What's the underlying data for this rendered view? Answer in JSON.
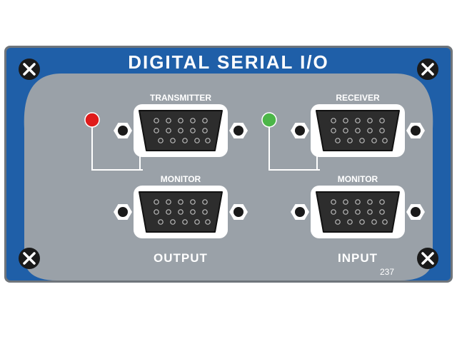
{
  "panel": {
    "title": "DIGITAL SERIAL I/O",
    "part_number": "237",
    "colors": {
      "frame": "#1f5fa8",
      "face": "#9aa1a8",
      "border": "#6f757b"
    }
  },
  "output": {
    "group_label": "OUTPUT",
    "led_color": "#e01b1b",
    "top_connector_label": "TRANSMITTER",
    "bottom_connector_label": "MONITOR"
  },
  "input": {
    "group_label": "INPUT",
    "led_color": "#4cb648",
    "top_connector_label": "RECEIVER",
    "bottom_connector_label": "MONITOR"
  },
  "icons": [
    "screw-icon",
    "led-indicator-icon",
    "db15-connector-icon",
    "hex-standoff-icon"
  ]
}
